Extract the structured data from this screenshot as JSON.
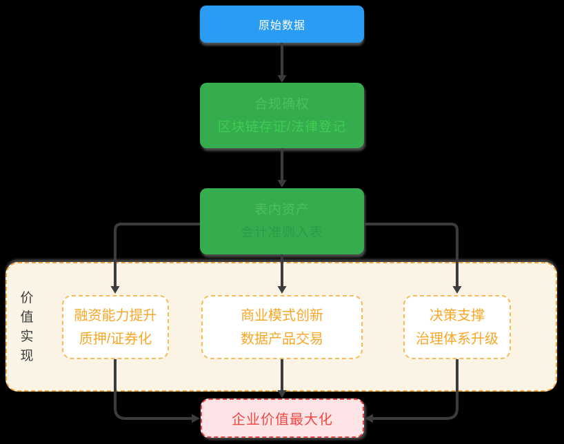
{
  "flowchart": {
    "background": "#000000",
    "nodes": {
      "source": {
        "label": "原始数据"
      },
      "compliance": {
        "line1": "合规确权",
        "line2": "区块链存证/法律登记"
      },
      "asset": {
        "line1": "表内资产",
        "line2": "会计准则入表"
      },
      "value_group": {
        "label": "价值实现"
      },
      "financing": {
        "line1": "融资能力提升",
        "line2": "质押/证券化"
      },
      "business": {
        "line1": "商业模式创新",
        "line2": "数据产品交易"
      },
      "decision": {
        "line1": "决策支撑",
        "line2": "治理体系升级"
      },
      "maximize": {
        "label": "企业价值最大化"
      }
    },
    "edges": [
      {
        "from": "source",
        "to": "compliance"
      },
      {
        "from": "compliance",
        "to": "asset"
      },
      {
        "from": "asset",
        "to": "financing"
      },
      {
        "from": "asset",
        "to": "business"
      },
      {
        "from": "asset",
        "to": "decision"
      },
      {
        "from": "financing",
        "to": "maximize"
      },
      {
        "from": "business",
        "to": "maximize"
      },
      {
        "from": "decision",
        "to": "maximize"
      }
    ],
    "colors": {
      "source_fill": "#2B9CF4",
      "process_fill": "#35AC4E",
      "group_fill": "#FBF4E5",
      "group_border": "#EFA43E",
      "value_border": "#F7BA55",
      "value_text": "#F8A727",
      "result_fill": "#FCE4E6",
      "result_border": "#EE4545",
      "result_text": "#F04843",
      "connector": "#3C3C3E"
    }
  }
}
